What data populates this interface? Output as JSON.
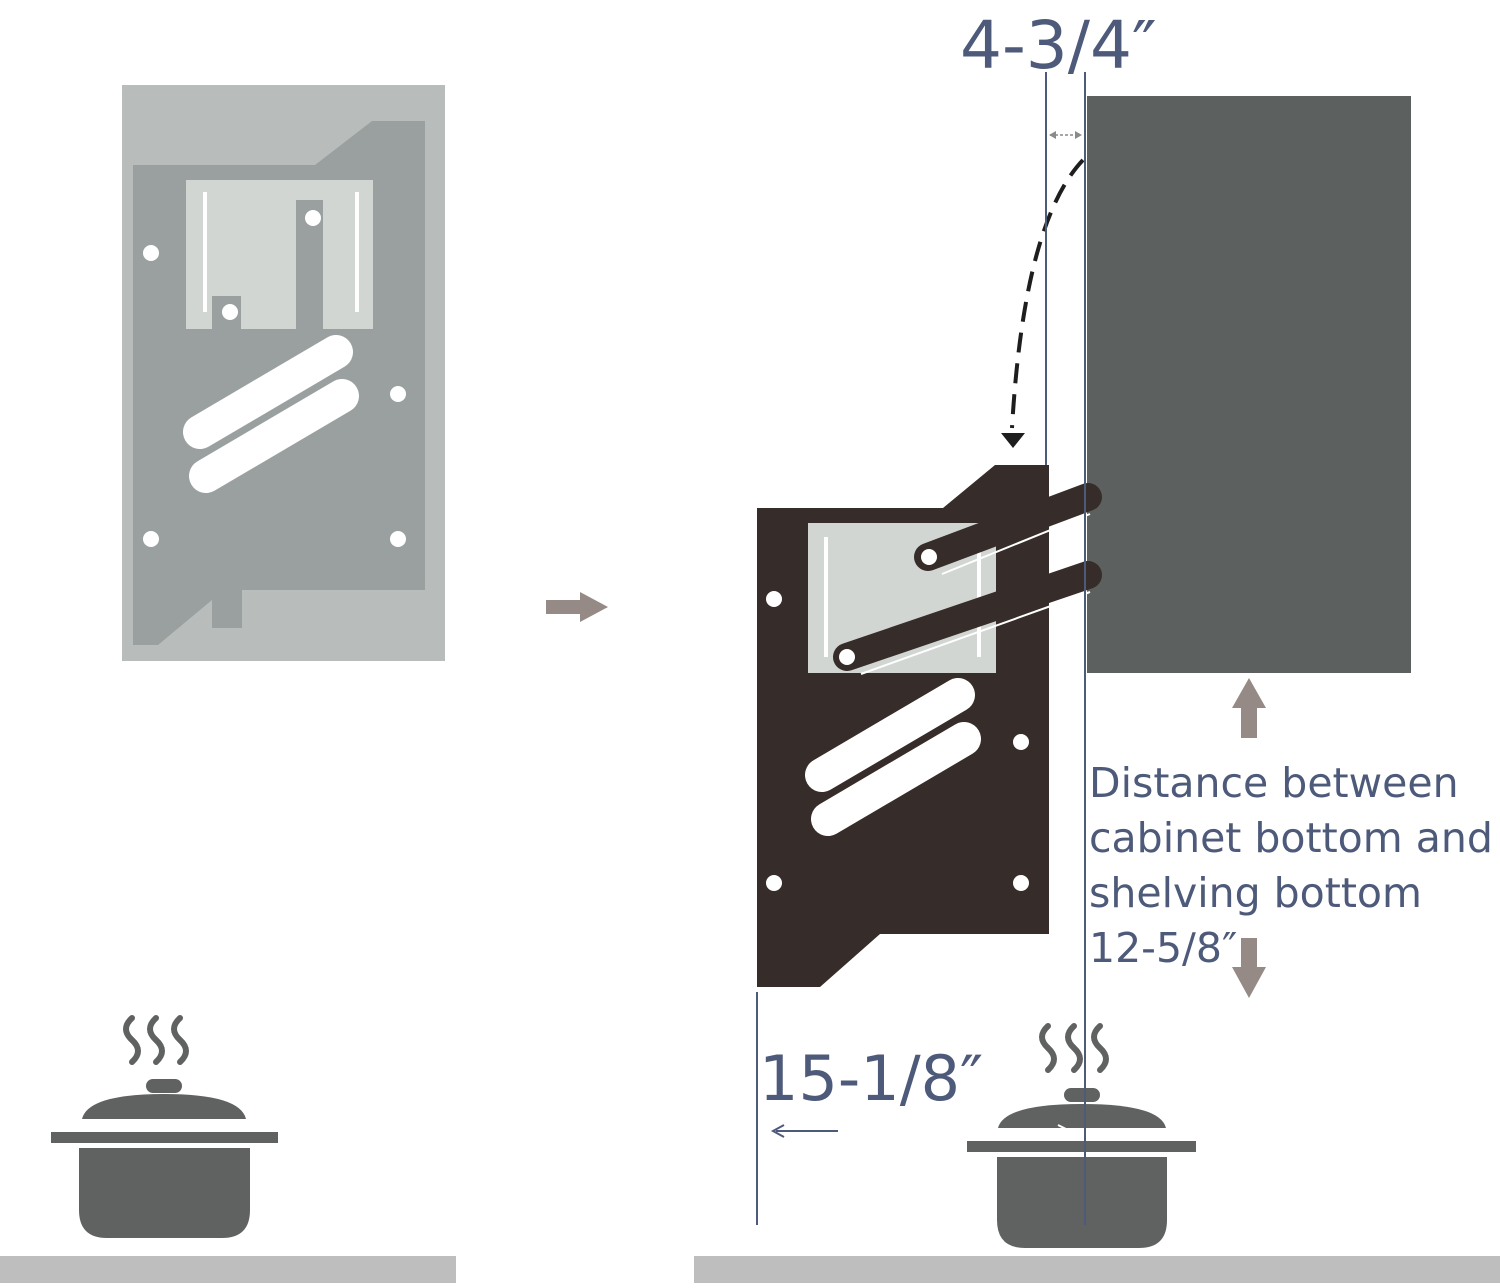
{
  "dimensions": {
    "gap_label": "4-3/4″",
    "depth_label": "15-1/8″"
  },
  "note": {
    "line1": "Distance between",
    "line2": "cabinet bottom and",
    "line3": "shelving bottom",
    "line4": "12-5/8″"
  },
  "colors": {
    "dimension_text": "#4e5a7a",
    "folded_bracket_back": "#b8bdbb",
    "folded_bracket_front": "#9aa0a0",
    "deployed_bracket": "#362c29",
    "cabinet": "#5c605e",
    "pot": "#5f6261",
    "countertop": "#bebebe",
    "arrow": "#958a85",
    "panel_light": "#d2d6d2"
  },
  "icons": {
    "transition": "right-arrow-icon",
    "cookware": "steaming-pot-icon",
    "motion": "swing-down-arrow-icon"
  }
}
